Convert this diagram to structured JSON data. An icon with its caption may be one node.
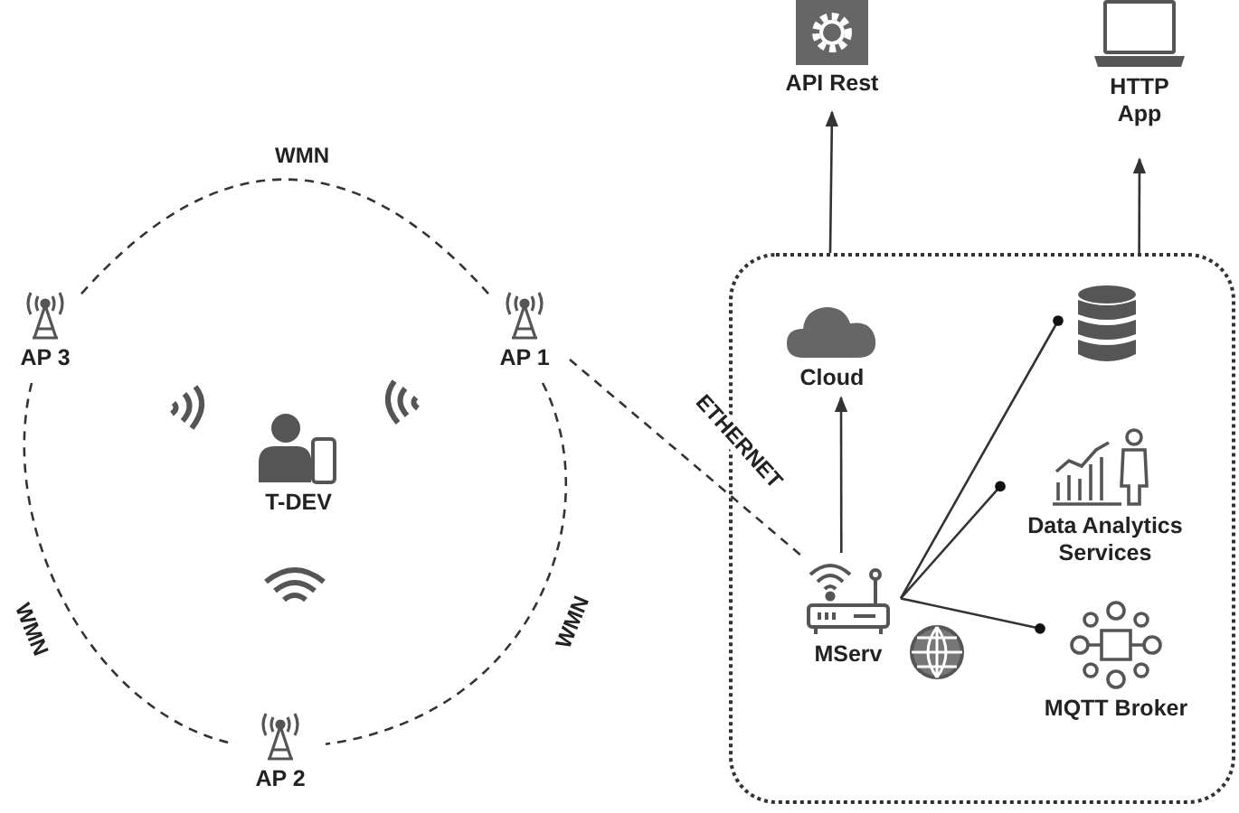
{
  "diagram": {
    "nodes": [
      {
        "text": [
          "AP 3"
        ]
      },
      {
        "text": [
          "AP 1"
        ]
      },
      {
        "text": [
          "AP 2"
        ]
      },
      {
        "text": [
          "T-DEV"
        ]
      },
      {
        "text": [],
        "shape": "box"
      },
      {
        "text": [
          "Cloud"
        ],
        "in": 4
      },
      {
        "text": [],
        "shape": "cylinder",
        "in": 4
      },
      {
        "text": [
          "Data Analytics Services"
        ],
        "in": 4
      },
      {
        "text": [
          "MQTT Broker"
        ],
        "in": 4
      },
      {
        "text": [
          "MServ"
        ],
        "in": 4
      },
      {
        "text": [
          "API Rest"
        ]
      },
      {
        "text": [
          "HTTP App"
        ]
      }
    ],
    "edges": [
      {
        "from": 0,
        "to": 1,
        "arrow": "none",
        "label": "WMN",
        "style": "dashed"
      },
      {
        "from": 1,
        "to": 2,
        "arrow": "none",
        "label": "WMN",
        "style": "dashed"
      },
      {
        "from": 0,
        "to": 2,
        "arrow": "none",
        "label": "WMN",
        "style": "dashed"
      },
      {
        "from": 1,
        "to": 9,
        "arrow": "none",
        "label": "ETHERNET",
        "style": "dashed"
      },
      {
        "from": 9,
        "to": 5,
        "arrow": "to"
      },
      {
        "from": 9,
        "to": 6,
        "arrow": "other"
      },
      {
        "from": 9,
        "to": 7,
        "arrow": "other"
      },
      {
        "from": 9,
        "to": 8,
        "arrow": "other"
      },
      {
        "from": 4,
        "to": 10,
        "arrow": "to"
      },
      {
        "from": 4,
        "to": 11,
        "arrow": "to"
      }
    ]
  }
}
